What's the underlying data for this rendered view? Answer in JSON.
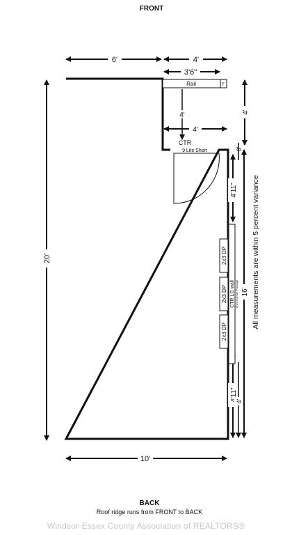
{
  "header": {
    "front": "FRONT"
  },
  "footer": {
    "back": "BACK",
    "ridge_note": "Roof ridge runs from FRONT to BACK"
  },
  "dimensions": {
    "top_left_width": "6'",
    "top_right_width": "4'",
    "rail_width": "3'6\"",
    "inner_width": "4'",
    "inner_depth": "4'",
    "overall_depth": "20'",
    "right_upper_depth": "4'",
    "right_door_gap": "8'",
    "right_span_upper": "4'11\"",
    "right_span_lower": "4'11\"",
    "right_lower_small": "4'",
    "right_overall": "16'",
    "bottom_width": "10'"
  },
  "labels": {
    "rail": "Rail",
    "rail_mark": "F",
    "door_code": "CTR",
    "door_desc": "9 Lite Short",
    "dp_1": "2x3 DP",
    "dp_2": "2x3 DP",
    "dp_3": "2x3 DP",
    "center_wall": "CTR LG wall",
    "center_wall_note": "Shed Dormer Package"
  },
  "note": "All measurements are within 5 percent variance",
  "watermark": "Windsor-Essex County Association of REALTORS®"
}
